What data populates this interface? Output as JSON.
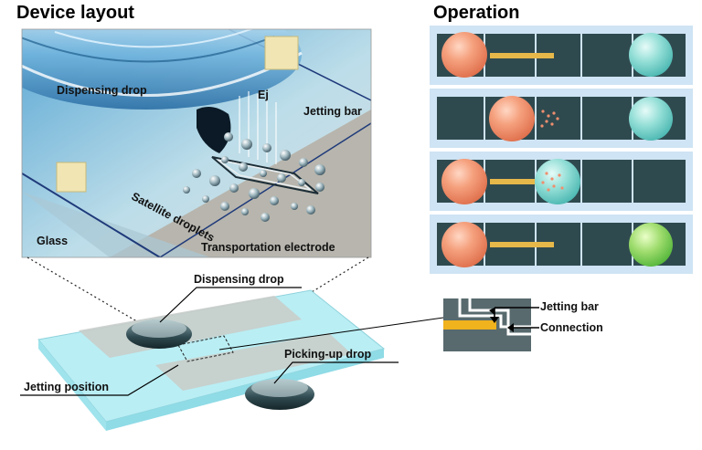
{
  "titles": {
    "left": "Device layout",
    "right": "Operation"
  },
  "device_view": {
    "dispensing_drop": "Dispensing drop",
    "ej": "Ej",
    "jetting_bar": "Jetting bar",
    "satellite_droplets": "Satellite droplets",
    "glass": "Glass",
    "transportation_electrode": "Transportation electrode"
  },
  "chip_view": {
    "dispensing_drop": "Dispensing drop",
    "picking_up_drop": "Picking-up drop",
    "jetting_position": "Jetting position"
  },
  "inset": {
    "jetting_bar": "Jetting bar",
    "connection": "Connection"
  },
  "colors": {
    "operation_panel_bg": "#cfe4f4",
    "electrode": "#2f4a4f",
    "dispensing_drop": "#f08f6e",
    "picking_drop": "#7fd6cf",
    "mixed_drop": "#8fd86e",
    "jetting_bar": "#e6b84a",
    "glass_substrate": "#a8e6ee"
  }
}
